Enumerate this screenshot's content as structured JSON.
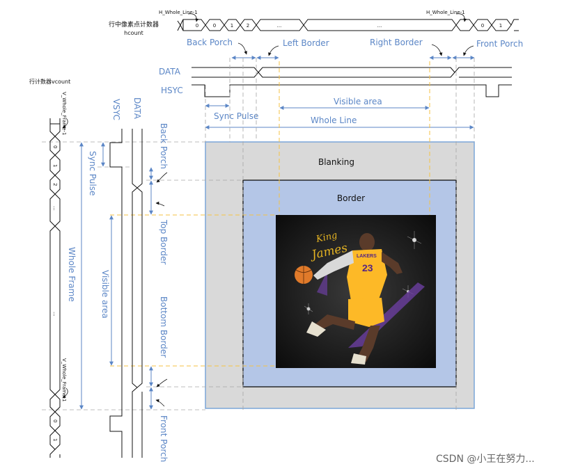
{
  "hcount": {
    "title_line1": "行中像素点计数器",
    "title_line2": "hcount",
    "tag_start": "H_Whole_Line-1",
    "tag_end": "H_Whole_Line-1",
    "cells": [
      "0",
      "1",
      "2",
      "...",
      "...",
      "0",
      "1"
    ]
  },
  "horizontal_labels": {
    "back_porch": "Back Porch",
    "left_border": "Left Border",
    "right_border": "Right Border",
    "front_porch": "Front Porch",
    "data": "DATA",
    "hsyc": "HSYC",
    "sync_pulse": "Sync Pulse",
    "visible_area": "Visible area",
    "whole_line": "Whole Line"
  },
  "vcount": {
    "title": "行计数器vcount",
    "tag_start": "V_Whole_Frame-1",
    "tag_end": "V_Whole_Frame-1",
    "cells": [
      "0",
      "1",
      "2",
      "...",
      "...",
      "0",
      "1"
    ]
  },
  "vertical_labels": {
    "vsyc": "VSYC",
    "data": "DATA",
    "sync_pulse": "Sync Pulse",
    "whole_frame": "Whole Frame",
    "visible_area": "Visible area",
    "back_porch": "Back Porch",
    "top_border": "Top Border",
    "bottom_border": "Bottom Border",
    "front_porch": "Front Porch"
  },
  "screen": {
    "blanking": "Blanking",
    "border": "Border",
    "image_text_1": "King",
    "image_text_2": "James",
    "image_text_3": "LAKERS",
    "image_text_4": "23"
  },
  "watermark": "CSDN @小王在努力...",
  "colors": {
    "label_blue": "#5b86c6",
    "blanking_fill": "#d9d9d9",
    "border_fill": "#b4c6e7",
    "guide_yellow": "#f5c243",
    "outer_frame": "#7ba6d8"
  }
}
